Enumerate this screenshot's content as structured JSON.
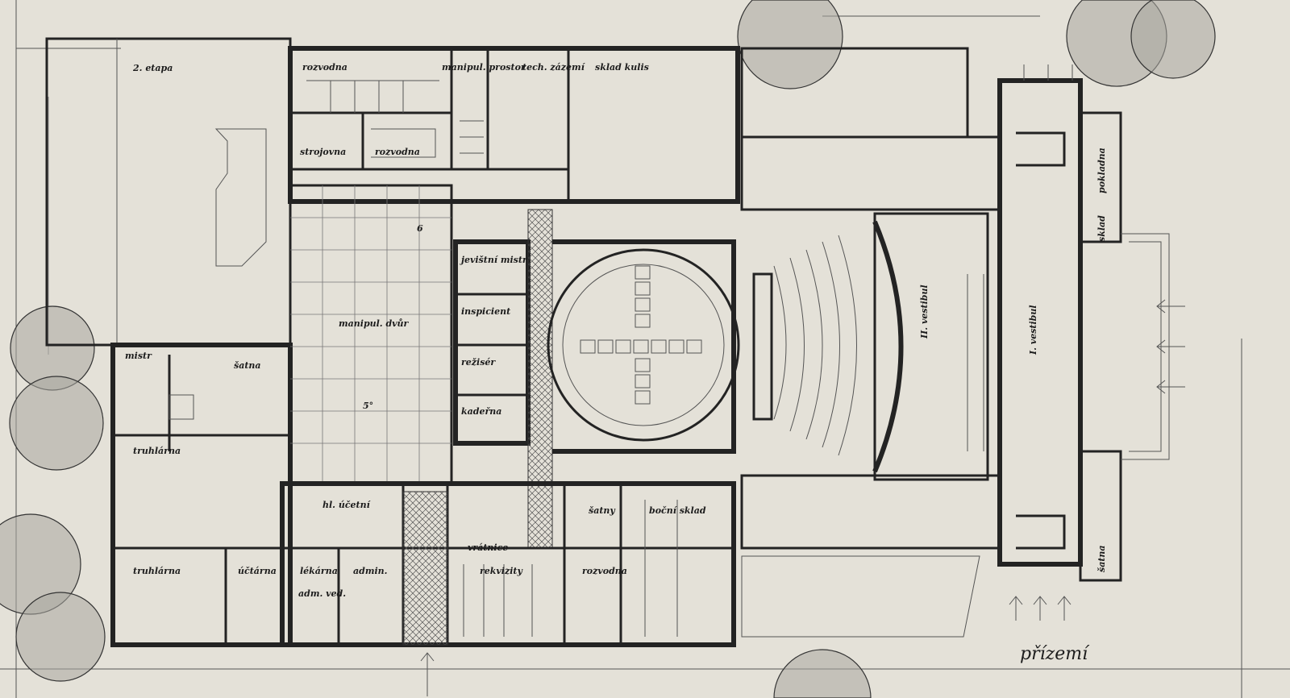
{
  "drawing": {
    "title": "přízemí",
    "colors": {
      "paper": "#e4e1d8",
      "ink": "#232323",
      "tree": "#a9a7a0"
    }
  },
  "rooms": {
    "stage2": "2. etapa",
    "rozvodna_top": "rozvodna",
    "manipul_prostor": "manipul. prostor",
    "tech_zazemi": "tech. zázemí",
    "sklad_kulis": "sklad kulis",
    "strojovna": "strojovna",
    "rozvodna_mid": "rozvodna",
    "manipul_dvur": "manipul. dvůr",
    "jevistni_mistr": "jevištní mistr",
    "inspicient": "inspicient",
    "reziser": "režisér",
    "kaderna": "kadeřna",
    "mistr": "mistr",
    "satna": "šatna",
    "truhlarna_mid": "truhlárna",
    "truhlarna_low": "truhlárna",
    "hl_ucetni": "hl. účetní",
    "uctarna": "účtárna",
    "lekarna": "lékárna",
    "admin": "admin.",
    "admin_ved": "adm. ved.",
    "satny": "šatny",
    "bocni_scena": "boční sklad",
    "rekvizity": "rekvizity",
    "rozvodna_low": "rozvodna",
    "vratnice": "vrátnice",
    "vestibul2": "II. vestibul",
    "vestibul1": "I. vestibul",
    "pokladna": "pokladna",
    "sklad_r": "sklad",
    "satna_r": "šatna",
    "level_6": "6",
    "level_5": "5°"
  }
}
